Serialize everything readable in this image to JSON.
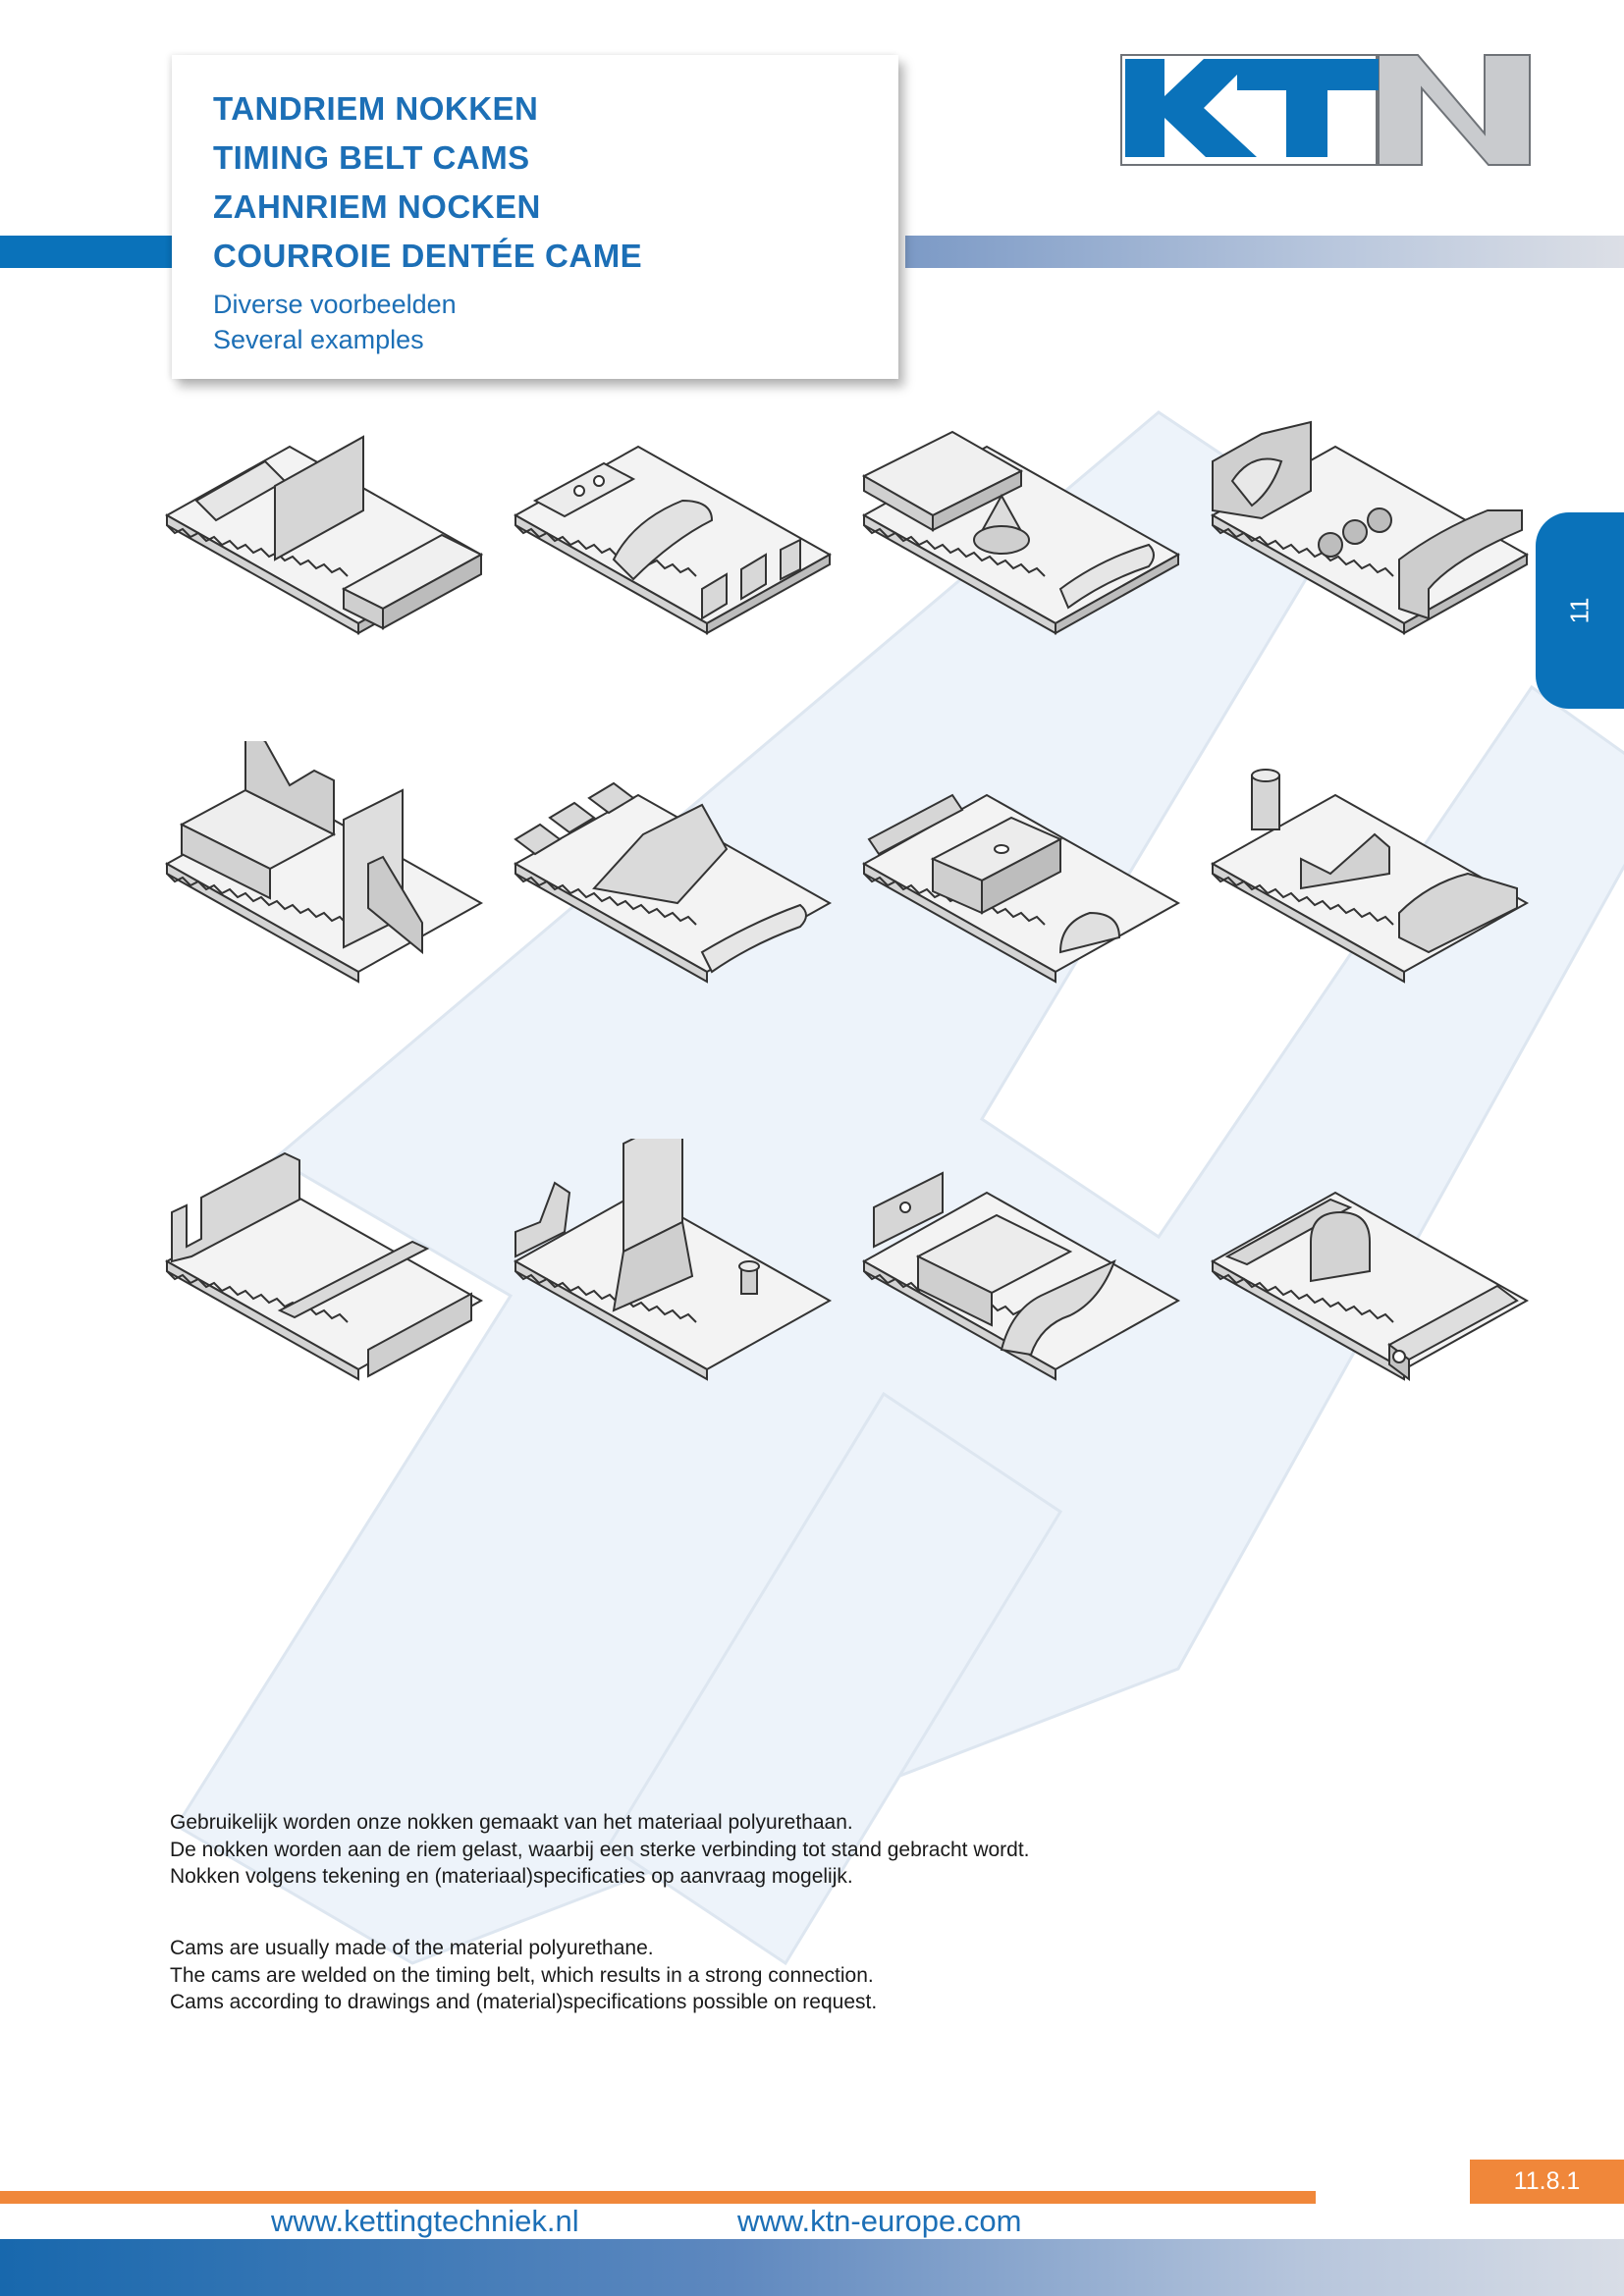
{
  "header": {
    "titles": [
      "TANDRIEM NOKKEN",
      "TIMING BELT CAMS",
      "ZAHNRIEM NOCKEN",
      "COURROIE DENTÉE CAME"
    ],
    "subtitles": [
      "Diverse voorbeelden",
      "Several examples"
    ]
  },
  "logo": {
    "text": "KTN",
    "colors": {
      "blue": "#0a72ba",
      "grey": "#c9cbce"
    }
  },
  "chapter_tab": {
    "label": "11"
  },
  "cams": [
    "two-fin-cam",
    "pin-block-ridge-cam",
    "plate-cone-cam",
    "channel-gear-cam",
    "v-notch-tall-cam",
    "triple-clip-ridge-cam",
    "slot-block-cam",
    "pin-v-cradle-cam",
    "double-wall-cam",
    "tall-wall-pin-cam",
    "block-trough-cam",
    "rail-dome-cam"
  ],
  "description_nl": [
    "Gebruikelijk worden onze nokken gemaakt van het materiaal polyurethaan.",
    "De nokken worden aan de riem gelast, waarbij een sterke verbinding tot stand gebracht wordt.",
    "Nokken volgens tekening en (materiaal)specificaties op aanvraag mogelijk."
  ],
  "description_en": [
    "Cams are usually made of the material polyurethane.",
    "The cams are welded on the timing belt, which results in a strong connection.",
    "Cams according to drawings and (material)specifications possible on request."
  ],
  "page_number": "11.8.1",
  "footer": {
    "url_1": "www.kettingtechniek.nl",
    "url_2": "www.ktn-europe.com"
  },
  "colors": {
    "brand_blue": "#0a72ba",
    "accent_orange": "#f0873a"
  }
}
